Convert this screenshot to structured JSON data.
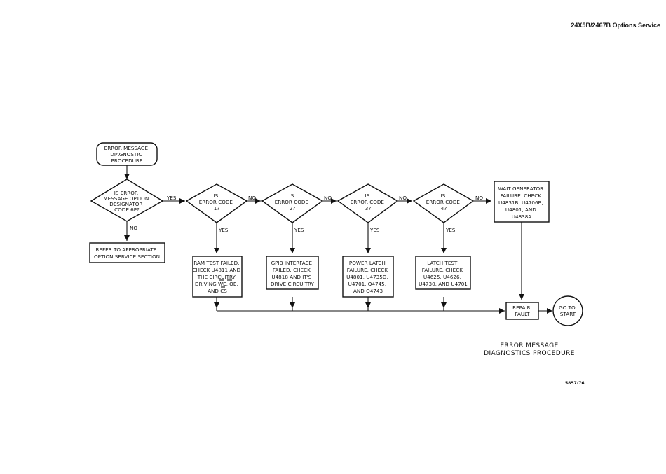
{
  "header": {
    "title": "24X5B/2467B Options Service"
  },
  "nodes": {
    "start": {
      "lines": [
        "ERROR MESSAGE",
        "DIAGNOSTIC",
        "PROCEDURE"
      ]
    },
    "decision_option": {
      "lines": [
        "IS ERROR",
        "MESSAGE OPTION",
        "DESIGNATOR",
        "CODE 6P?"
      ]
    },
    "refer": {
      "lines": [
        "REFER TO APPROPRIATE",
        "OPTION SERVICE SECTION"
      ]
    },
    "decision_code1": {
      "lines": [
        "IS",
        "ERROR CODE",
        "1?"
      ]
    },
    "decision_code2": {
      "lines": [
        "IS",
        "ERROR CODE",
        "2?"
      ]
    },
    "decision_code3": {
      "lines": [
        "IS",
        "ERROR CODE",
        "3?"
      ]
    },
    "decision_code4": {
      "lines": [
        "IS",
        "ERROR CODE",
        "4?"
      ]
    },
    "wait_gen": {
      "lines": [
        "WAIT GENERATOR",
        "FAILURE. CHECK",
        "U4831B, U4706B,",
        "U4801, AND",
        "U4838A"
      ]
    },
    "ram_test": {
      "lines": [
        "RAM TEST FAILED.",
        "CHECK U4811 AND",
        "THE CIRCUITRY",
        "DRIVING WE, OE,",
        "AND CS"
      ]
    },
    "gpib": {
      "lines": [
        "GPIB INTERFACE",
        "FAILED. CHECK",
        "U4818 AND IT'S",
        "DRIVE CIRCUITRY"
      ]
    },
    "power_latch": {
      "lines": [
        "POWER LATCH",
        "FAILURE. CHECK",
        "U4801, U4735D,",
        "U4701, Q4745,",
        "AND Q4743"
      ]
    },
    "latch_test": {
      "lines": [
        "LATCH TEST",
        "FAILURE. CHECK",
        "U4625, U4626,",
        "U4730, AND U4701"
      ]
    },
    "repair": {
      "lines": [
        "REPAIR",
        "FAULT"
      ]
    },
    "goto_start": {
      "lines": [
        "GO TO",
        "START"
      ]
    }
  },
  "edge_labels": {
    "yes": "YES",
    "no": "NO"
  },
  "caption": {
    "line1": "ERROR MESSAGE",
    "line2": "DIAGNOSTICS PROCEDURE"
  },
  "figure_number": "5857-76"
}
